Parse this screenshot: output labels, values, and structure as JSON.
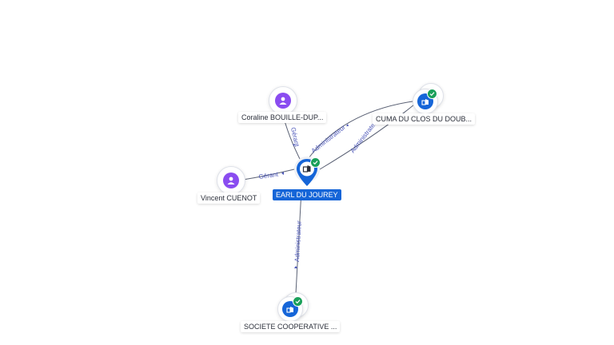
{
  "colors": {
    "company": "#1565d8",
    "person": "#8a4cf0",
    "verified": "#1aa05a",
    "edge_label": "#4a55b8"
  },
  "main_company": {
    "name": "EARL DU JOUREY",
    "icon": "building-icon",
    "verified": true
  },
  "people": [
    {
      "id": "coraline",
      "name": "Coraline BOUILLE-DUP...",
      "icon": "person-icon"
    },
    {
      "id": "vincent",
      "name": "Vincent CUENOT",
      "icon": "person-icon"
    }
  ],
  "companies": [
    {
      "id": "cuma",
      "name": "CUMA DU CLOS DU DOUB...",
      "icon": "building-icon",
      "verified": true
    },
    {
      "id": "societe",
      "name": "SOCIETE COOPERATIVE ...",
      "icon": "building-icon",
      "verified": true
    }
  ],
  "relations": {
    "coraline_gerant": "Gérant",
    "vincent_gerant": "Gérant",
    "admin_to_cuma_1": "Administrateur",
    "admin_to_cuma_2": "Administrateur",
    "admin_to_societe": "Administrateur"
  }
}
